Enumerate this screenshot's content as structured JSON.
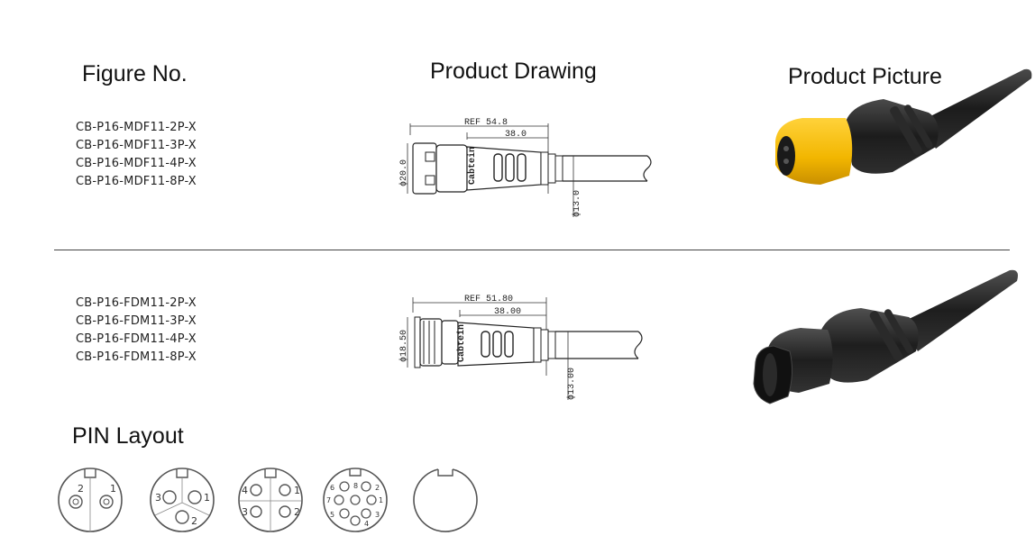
{
  "headers": {
    "figure_no": "Figure No.",
    "product_drawing": "Product Drawing",
    "product_picture": "Product Picture",
    "pin_layout": "PIN Layout"
  },
  "rows": [
    {
      "codes": [
        "CB-P16-MDF11-2P-X",
        "CB-P16-MDF11-3P-X",
        "CB-P16-MDF11-4P-X",
        "CB-P16-MDF11-8P-X"
      ],
      "drawing": {
        "ref": "REF 54.8",
        "len": "38.0",
        "dia_head": "ϕ20.0",
        "dia_cable": "ϕ13.0",
        "brand": "Cabtein"
      },
      "accent_color": "#f2b600"
    },
    {
      "codes": [
        "CB-P16-FDM11-2P-X",
        "CB-P16-FDM11-3P-X",
        "CB-P16-FDM11-4P-X",
        "CB-P16-FDM11-8P-X"
      ],
      "drawing": {
        "ref": "REF 51.80",
        "len": "38.00",
        "dia_head": "ϕ18.50",
        "dia_cable": "ϕ13.00",
        "brand": "Cabtein"
      },
      "accent_color": "#1a1a1a"
    }
  ],
  "pins": {
    "p2": [
      "2",
      "1"
    ],
    "p3": [
      "3",
      "1",
      "2"
    ],
    "p4": [
      "4",
      "1",
      "3",
      "2"
    ],
    "p8": [
      "6",
      "8",
      "2",
      "7",
      "1",
      "5",
      "3",
      "4"
    ]
  }
}
